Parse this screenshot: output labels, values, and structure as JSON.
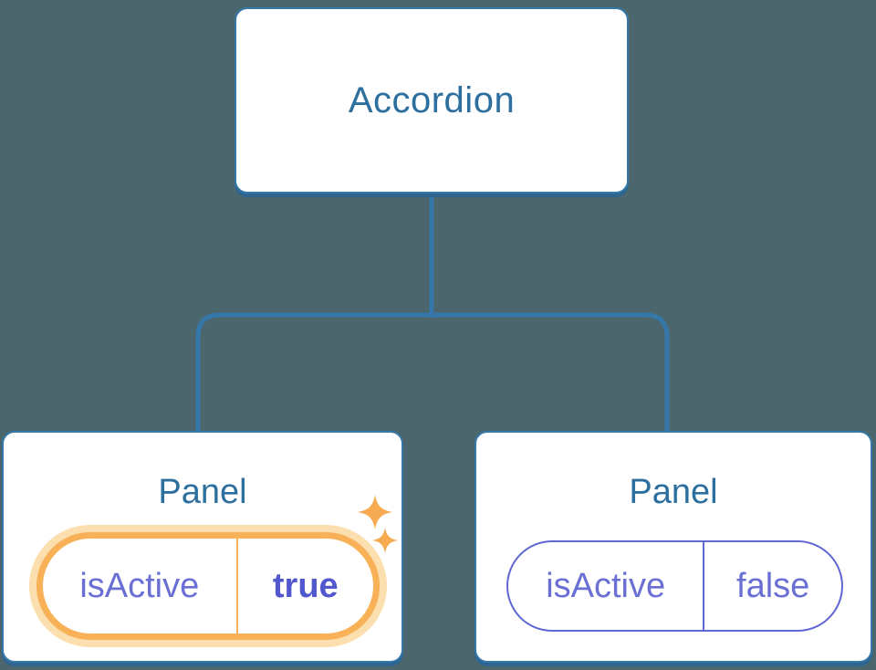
{
  "colors": {
    "canvas-bg": "#4c666e",
    "node-bg": "#ffffff",
    "node-border": "#3577a8",
    "node-shadow": "#2d6590",
    "node-title": "#2d6f9e",
    "connector": "#3577a8",
    "state-purple": "#6a6fd4",
    "state-purple-bold": "#5158ce",
    "state-purple-border": "#6066d2",
    "highlight-orange": "#f8b157",
    "highlight-halo": "#fcdfae",
    "sparkle-orange": "#f6ab52"
  },
  "tree": {
    "root": {
      "label": "Accordion"
    },
    "children": [
      {
        "label": "Panel",
        "state": {
          "key": "isActive",
          "value": "true"
        },
        "highlighted": true
      },
      {
        "label": "Panel",
        "state": {
          "key": "isActive",
          "value": "false"
        },
        "highlighted": false
      }
    ]
  }
}
